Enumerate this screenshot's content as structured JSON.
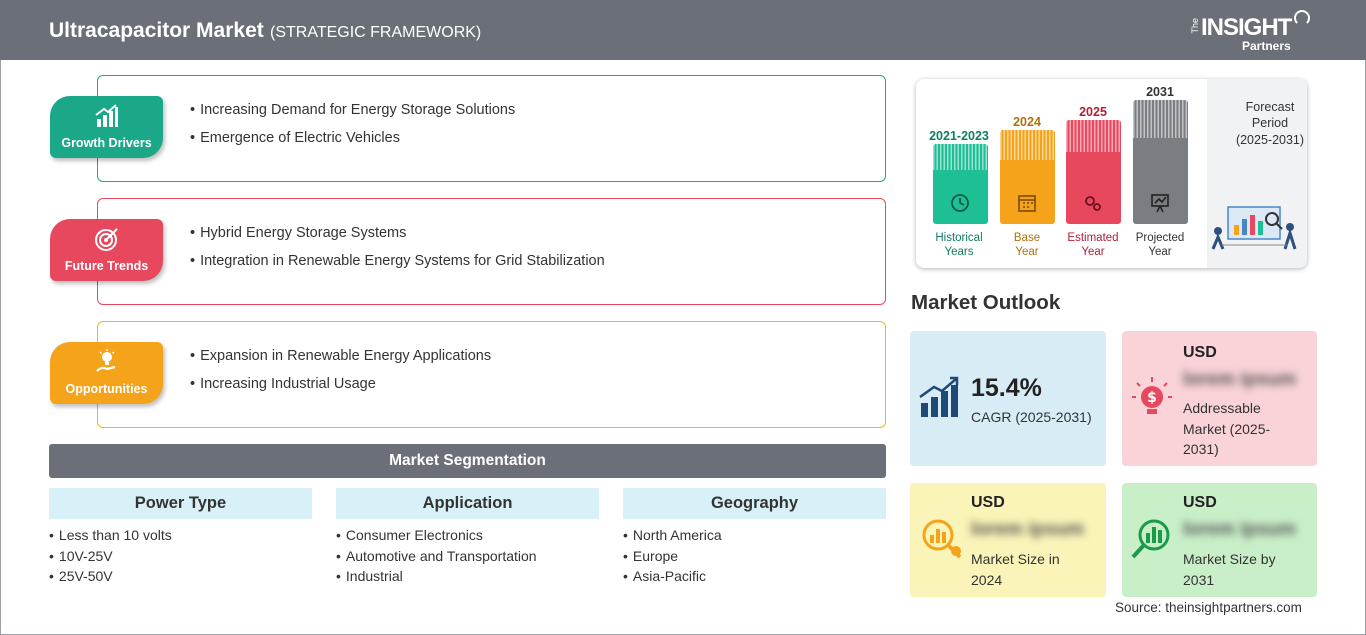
{
  "header": {
    "title": "Ultracapacitor Market",
    "subtitle": "(STRATEGIC FRAMEWORK)",
    "logo": {
      "the": "The",
      "insight": "INSIGHT",
      "partners": "Partners"
    }
  },
  "framework": [
    {
      "label": "Growth Drivers",
      "color": "#1aa888",
      "icon": "growth-chart-icon",
      "items": [
        "Increasing Demand for Energy Storage Solutions",
        "Emergence of Electric Vehicles"
      ]
    },
    {
      "label": "Future Trends",
      "color": "#e8485e",
      "icon": "target-icon",
      "items": [
        "Hybrid Energy Storage Systems",
        "Integration in Renewable Energy Systems for Grid Stabilization"
      ]
    },
    {
      "label": "Opportunities",
      "color": "#f5a31a",
      "icon": "lightbulb-hand-icon",
      "items": [
        "Expansion in Renewable Energy Applications",
        "Increasing Industrial Usage"
      ]
    }
  ],
  "segmentation": {
    "title": "Market Segmentation",
    "columns": [
      {
        "header": "Power Type",
        "items": [
          "Less than 10 volts",
          "10V-25V",
          "25V-50V"
        ]
      },
      {
        "header": "Application",
        "items": [
          "Consumer Electronics",
          "Automotive and Transportation",
          "Industrial"
        ]
      },
      {
        "header": "Geography",
        "items": [
          "North America",
          "Europe",
          "Asia-Pacific"
        ]
      }
    ]
  },
  "timeline": {
    "bars": [
      {
        "year": "2021-2023",
        "label_line1": "Historical",
        "label_line2": "Years",
        "color": "#1fbf95",
        "year_color": "#0f7d62",
        "icon": "history-clock-icon"
      },
      {
        "year": "2024",
        "label_line1": "Base",
        "label_line2": "Year",
        "color": "#f5a31a",
        "year_color": "#b0700d",
        "icon": "calendar-icon"
      },
      {
        "year": "2025",
        "label_line1": "Estimated",
        "label_line2": "Year",
        "color": "#e8485e",
        "year_color": "#b01e35",
        "icon": "gears-icon"
      },
      {
        "year": "2031",
        "label_line1": "Projected",
        "label_line2": "Year",
        "color": "#7a7d82",
        "year_color": "#333333",
        "icon": "presentation-icon"
      }
    ],
    "forecast": {
      "line1": "Forecast",
      "line2": "Period",
      "line3": "(2025-2031)"
    }
  },
  "outlook": {
    "title": "Market Outlook",
    "cagr": {
      "value": "15.4%",
      "label": "CAGR (2025-2031)",
      "color": "#d8ecf6",
      "icon": "rising-bars-icon"
    },
    "addressable": {
      "usd": "USD",
      "value": "lorem ipsum",
      "label_line1": "Addressable",
      "label_line2": "Market (2025-",
      "label_line3": "2031)",
      "color": "#f9d3d8",
      "icon": "dollar-bulb-icon"
    },
    "size_2024": {
      "usd": "USD",
      "value": "lorem ipsum",
      "label_line1": "Market Size in",
      "label_line2": "2024",
      "color": "#fbf4b8",
      "icon": "magnifier-chart-icon"
    },
    "size_2031": {
      "usd": "USD",
      "value": "lorem ipsum",
      "label_line1": "Market Size by",
      "label_line2": "2031",
      "color": "#c9efc9",
      "icon": "magnifier-bars-icon"
    }
  },
  "source": "Source: theinsightpartners.com"
}
